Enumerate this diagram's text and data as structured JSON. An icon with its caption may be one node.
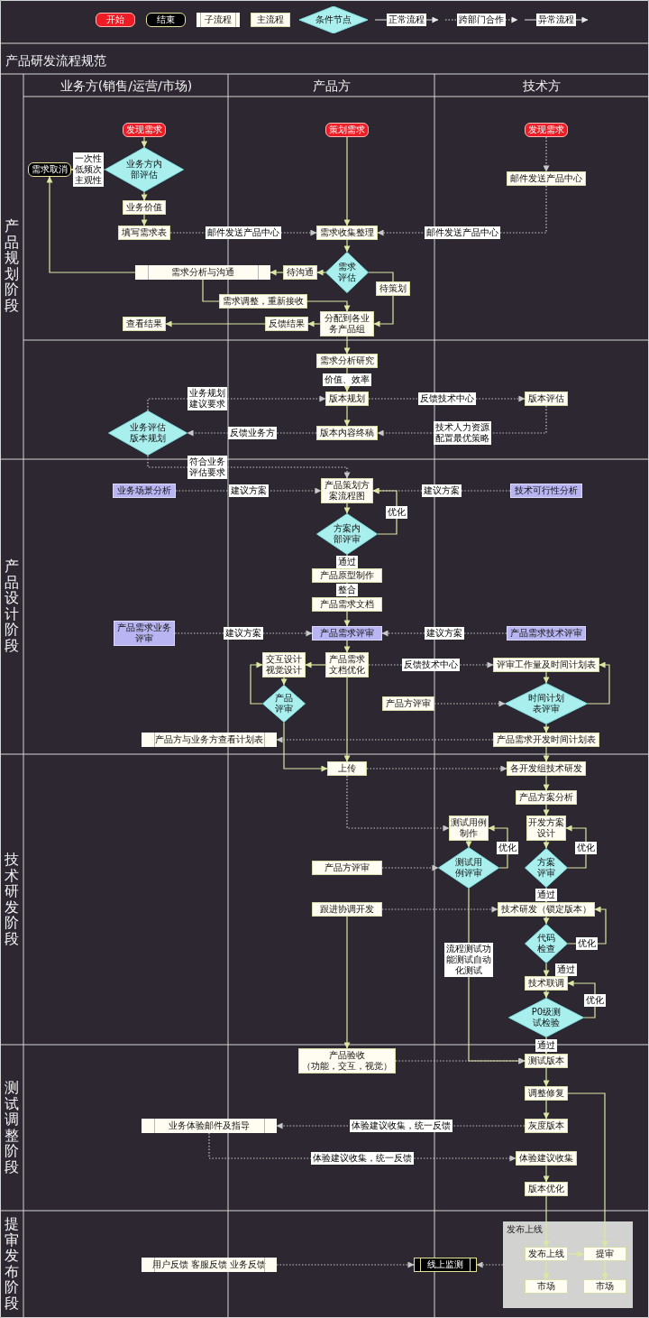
{
  "diagram": {
    "title": "产品研发流程规范",
    "nodes": [
      {
        "text": [
          "发现需求"
        ]
      },
      {
        "text": [
          "策划需求"
        ]
      },
      {
        "text": [
          "发现需求"
        ]
      },
      {
        "text": [
          "业务方内部评估"
        ]
      },
      {
        "text": [
          "需求取消"
        ]
      },
      {
        "text": [
          "业务价值"
        ]
      },
      {
        "text": [
          "邮件发送产品中心"
        ]
      },
      {
        "text": [
          "填写需求表"
        ]
      },
      {
        "text": [
          "需求收集整理"
        ]
      },
      {
        "text": [
          "需求评估"
        ]
      },
      {
        "text": [
          "待沟通"
        ]
      },
      {
        "text": [
          "需求分析与沟通"
        ]
      },
      {
        "text": [
          "待策划"
        ]
      },
      {
        "text": [
          "需求调整，重新接收"
        ]
      },
      {
        "text": [
          "分配到各业务产品组"
        ]
      },
      {
        "text": [
          "反馈结果"
        ]
      },
      {
        "text": [
          "查看结果"
        ]
      },
      {
        "text": [
          "需求分析研究"
        ]
      },
      {
        "text": [
          "版本规划"
        ]
      },
      {
        "text": [
          "版本评估"
        ]
      },
      {
        "text": [
          "版本内容终稿"
        ]
      },
      {
        "text": [
          "业务评估版本规划"
        ]
      },
      {
        "text": [
          "产品策划方案流程图"
        ]
      },
      {
        "text": [
          "业务场景分析"
        ]
      },
      {
        "text": [
          "技术可行性分析"
        ]
      },
      {
        "text": [
          "方案内部评审"
        ]
      },
      {
        "text": [
          "产品原型制作"
        ]
      },
      {
        "text": [
          "产品需求文档"
        ]
      },
      {
        "text": [
          "产品需求业务评审"
        ]
      },
      {
        "text": [
          "产品需求评审"
        ]
      },
      {
        "text": [
          "产品需求技术评审"
        ]
      },
      {
        "text": [
          "交互设计视觉设计"
        ]
      },
      {
        "text": [
          "产品需求文档优化"
        ]
      },
      {
        "text": [
          "评审工作量及时间计划表"
        ]
      },
      {
        "text": [
          "产品评审"
        ]
      },
      {
        "text": [
          "产品方评审"
        ]
      },
      {
        "text": [
          "时间计划表评审"
        ]
      },
      {
        "text": [
          "产品方与业务方查看计划表"
        ]
      },
      {
        "text": [
          "产品需求开发时间计划表"
        ]
      },
      {
        "text": [
          "上传"
        ]
      },
      {
        "text": [
          "各开发组技术研发"
        ]
      },
      {
        "text": [
          "产品方案分析"
        ]
      },
      {
        "text": [
          "测试用例制作"
        ]
      },
      {
        "text": [
          "开发方案设计"
        ]
      },
      {
        "text": [
          "产品方评审"
        ]
      },
      {
        "text": [
          "测试用例评审"
        ]
      },
      {
        "text": [
          "方案评审"
        ]
      },
      {
        "text": [
          "跟进协调开发"
        ]
      },
      {
        "text": [
          "技术研发（锁定版本）"
        ]
      },
      {
        "text": [
          "代码检查"
        ]
      },
      {
        "text": [
          "技术联调"
        ]
      },
      {
        "text": [
          "P0级测试检验"
        ]
      },
      {
        "text": [
          "产品验收",
          "（功能，交互，视觉）"
        ]
      },
      {
        "text": [
          "测试版本"
        ]
      },
      {
        "text": [
          "调整修复"
        ]
      },
      {
        "text": [
          "业务体验邮件及指导"
        ]
      },
      {
        "text": [
          "灰度版本"
        ]
      },
      {
        "text": [
          "体验建议收集"
        ]
      },
      {
        "text": [
          "版本优化"
        ]
      },
      {
        "text": [
          "发布上线"
        ]
      },
      {
        "text": [
          "发布上线"
        ],
        "in": 59
      },
      {
        "text": [
          "提审"
        ],
        "in": 59
      },
      {
        "text": [
          "市场"
        ],
        "in": 59
      },
      {
        "text": [
          "市场"
        ],
        "in": 59
      },
      {
        "text": [
          "线上监测"
        ]
      },
      {
        "text": [
          "用户反馈 客服反馈 业务反馈"
        ]
      }
    ],
    "edges": [
      {
        "from": 0,
        "to": 3,
        "arrow": "to"
      },
      {
        "from": 3,
        "to": 4,
        "arrow": "to",
        "label": "一次性低频次主观性"
      },
      {
        "from": 3,
        "to": 5,
        "arrow": "to"
      },
      {
        "from": 5,
        "to": 7,
        "arrow": "to"
      },
      {
        "from": 7,
        "to": 8,
        "arrow": "to",
        "label": "邮件发送产品中心",
        "style": "dashed",
        "color": "#c8c8c8"
      },
      {
        "from": 1,
        "to": 8,
        "arrow": "to"
      },
      {
        "from": 2,
        "to": 6,
        "arrow": "to",
        "style": "dashed",
        "color": "#c8c8c8"
      },
      {
        "from": 6,
        "to": 8,
        "arrow": "to",
        "label": "邮件发送产品中心",
        "style": "dashed",
        "color": "#c8c8c8"
      },
      {
        "from": 8,
        "to": 9,
        "arrow": "to"
      },
      {
        "from": 9,
        "to": 10,
        "arrow": "to"
      },
      {
        "from": 10,
        "to": 11,
        "arrow": "to"
      },
      {
        "from": 11,
        "to": 4,
        "arrow": "to"
      },
      {
        "from": 11,
        "to": 13,
        "arrow": "none"
      },
      {
        "from": 13,
        "to": 14,
        "arrow": "to"
      },
      {
        "from": 9,
        "to": 12,
        "arrow": "none"
      },
      {
        "from": 12,
        "to": 14,
        "arrow": "to"
      },
      {
        "from": 14,
        "to": 15,
        "arrow": "to"
      },
      {
        "from": 15,
        "to": 16,
        "arrow": "to"
      },
      {
        "from": 14,
        "to": 17,
        "arrow": "to"
      },
      {
        "from": 17,
        "to": 18,
        "arrow": "to",
        "label": "价值、效率"
      },
      {
        "from": 18,
        "to": 19,
        "arrow": "to",
        "label": "反馈技术中心",
        "style": "dashed",
        "color": "#c8c8c8"
      },
      {
        "from": 19,
        "to": 20,
        "arrow": "to",
        "label": "技术人力资源配置最优策略",
        "style": "dashed",
        "color": "#c8c8c8"
      },
      {
        "from": 18,
        "to": 20,
        "arrow": "to"
      },
      {
        "from": 20,
        "to": 21,
        "arrow": "to",
        "label": "反馈业务方",
        "style": "dashed",
        "color": "#c8c8c8"
      },
      {
        "from": 21,
        "to": 18,
        "arrow": "to",
        "label": "业务规划建议要求",
        "style": "dashed",
        "color": "#c8c8c8"
      },
      {
        "from": 21,
        "to": 22,
        "arrow": "to",
        "label": "符合业务评估要求",
        "style": "dashed",
        "color": "#c8c8c8"
      },
      {
        "from": 23,
        "to": 22,
        "arrow": "to",
        "label": "建议方案",
        "style": "dashed",
        "color": "#c8c8c8"
      },
      {
        "from": 24,
        "to": 22,
        "arrow": "to",
        "label": "建议方案",
        "style": "dashed",
        "color": "#c8c8c8"
      },
      {
        "from": 22,
        "to": 25,
        "arrow": "to"
      },
      {
        "from": 25,
        "to": 22,
        "arrow": "to",
        "label": "优化"
      },
      {
        "from": 25,
        "to": 26,
        "arrow": "to",
        "label": "通过"
      },
      {
        "from": 26,
        "to": 27,
        "arrow": "to",
        "label": "整合"
      },
      {
        "from": 27,
        "to": 29,
        "arrow": "to"
      },
      {
        "from": 28,
        "to": 29,
        "arrow": "to",
        "label": "建议方案",
        "style": "dashed",
        "color": "#c8c8c8"
      },
      {
        "from": 30,
        "to": 29,
        "arrow": "to",
        "label": "建议方案",
        "style": "dashed",
        "color": "#c8c8c8"
      },
      {
        "from": 29,
        "to": 32,
        "arrow": "to"
      },
      {
        "from": 32,
        "to": 31,
        "arrow": "to"
      },
      {
        "from": 31,
        "to": 34,
        "arrow": "to"
      },
      {
        "from": 34,
        "to": 31,
        "arrow": "to"
      },
      {
        "from": 32,
        "to": 33,
        "arrow": "to",
        "label": "反馈技术中心",
        "style": "dashed",
        "color": "#c8c8c8"
      },
      {
        "from": 33,
        "to": 36,
        "arrow": "to"
      },
      {
        "from": 36,
        "to": 33,
        "arrow": "to"
      },
      {
        "from": 35,
        "to": 36,
        "arrow": "to",
        "style": "dashed",
        "color": "#c8c8c8"
      },
      {
        "from": 36,
        "to": 38,
        "arrow": "to"
      },
      {
        "from": 38,
        "to": 37,
        "arrow": "to",
        "style": "dashed",
        "color": "#c8c8c8"
      },
      {
        "from": 34,
        "to": 39,
        "arrow": "to"
      },
      {
        "from": 32,
        "to": 39,
        "arrow": "to"
      },
      {
        "from": 39,
        "to": 40,
        "arrow": "to",
        "style": "dashed",
        "color": "#c8c8c8"
      },
      {
        "from": 38,
        "to": 40,
        "arrow": "to"
      },
      {
        "from": 40,
        "to": 41,
        "arrow": "to"
      },
      {
        "from": 41,
        "to": 43,
        "arrow": "to"
      },
      {
        "from": 39,
        "to": 42,
        "arrow": "to",
        "style": "dashed",
        "color": "#c8c8c8"
      },
      {
        "from": 42,
        "to": 45,
        "arrow": "to"
      },
      {
        "from": 45,
        "to": 42,
        "arrow": "to",
        "label": "优化"
      },
      {
        "from": 43,
        "to": 46,
        "arrow": "to"
      },
      {
        "from": 46,
        "to": 43,
        "arrow": "to",
        "label": "优化"
      },
      {
        "from": 44,
        "to": 45,
        "arrow": "to",
        "style": "dashed",
        "color": "#c8c8c8"
      },
      {
        "from": 46,
        "to": 48,
        "arrow": "to",
        "label": "通过"
      },
      {
        "from": 47,
        "to": 48,
        "arrow": "to",
        "style": "dashed",
        "color": "#c8c8c8"
      },
      {
        "from": 48,
        "to": 49,
        "arrow": "to"
      },
      {
        "from": 49,
        "to": 48,
        "arrow": "to",
        "label": "优化"
      },
      {
        "from": 49,
        "to": 50,
        "arrow": "to",
        "label": "通过"
      },
      {
        "from": 50,
        "to": 51,
        "arrow": "to"
      },
      {
        "from": 51,
        "to": 50,
        "arrow": "to",
        "label": "优化"
      },
      {
        "from": 51,
        "to": 53,
        "arrow": "to",
        "label": "通过"
      },
      {
        "from": 45,
        "to": 53,
        "arrow": "to",
        "label": "流程测试功能测试自动化测试"
      },
      {
        "from": 47,
        "to": 52,
        "arrow": "to"
      },
      {
        "from": 52,
        "to": 53,
        "arrow": "to",
        "style": "dashed",
        "color": "#c8c8c8"
      },
      {
        "from": 53,
        "to": 54,
        "arrow": "to"
      },
      {
        "from": 54,
        "to": 56,
        "arrow": "to"
      },
      {
        "from": 56,
        "to": 55,
        "arrow": "to",
        "label": "体验建议收集，统一反馈",
        "style": "dashed",
        "color": "#c8c8c8"
      },
      {
        "from": 55,
        "to": 57,
        "arrow": "to",
        "label": "体验建议收集，统一反馈",
        "style": "dashed",
        "color": "#c8c8c8"
      },
      {
        "from": 57,
        "to": 58,
        "arrow": "to"
      },
      {
        "from": 58,
        "to": 60,
        "arrow": "to"
      },
      {
        "from": 54,
        "to": 61,
        "arrow": "to"
      },
      {
        "from": 60,
        "to": 61,
        "arrow": "to"
      },
      {
        "from": 60,
        "to": 62,
        "arrow": "to"
      },
      {
        "from": 61,
        "to": 63,
        "arrow": "to"
      },
      {
        "from": 59,
        "to": 64,
        "arrow": "to",
        "style": "dashed",
        "color": "#c8c8c8"
      },
      {
        "from": 65,
        "to": 64,
        "arrow": "to",
        "style": "dashed",
        "color": "#c8c8c8"
      }
    ],
    "labels": [
      "业务方(销售/运营/市场)",
      "产品方",
      "技术方",
      "产品规划阶段",
      "产品设计阶段",
      "技术研发阶段",
      "测试调整阶段",
      "提审发布阶段"
    ],
    "legend": [
      {
        "text": "开始"
      },
      {
        "text": "结束"
      },
      {
        "text": "子流程"
      },
      {
        "text": "主流程"
      },
      {
        "text": "条件节点"
      },
      {
        "text": "正常流程"
      },
      {
        "text": "跨部门合作"
      },
      {
        "text": "异常流程"
      }
    ]
  }
}
